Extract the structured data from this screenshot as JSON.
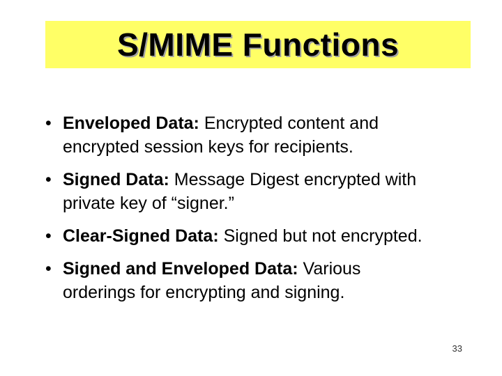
{
  "slide": {
    "title": "S/MIME Functions",
    "bullet_char": "•",
    "page_number": "33",
    "colors": {
      "background": "#FFFFFF",
      "banner_bg": "#FFFF66",
      "title_text": "#000000",
      "title_shadow": "#A3A3A3",
      "body_text": "#000000"
    },
    "bullets": [
      {
        "label": "Enveloped Data:",
        "line1": "Encrypted content and",
        "line2": "encrypted session keys for recipients."
      },
      {
        "label": "Signed Data:",
        "line1": "Message Digest encrypted with",
        "line2": "private key of “signer.”"
      },
      {
        "label": "Clear-Signed Data:",
        "line1": "Signed but not encrypted.",
        "line2": ""
      },
      {
        "label": "Signed and Enveloped Data:",
        "line1": "Various",
        "line2": "orderings for encrypting and signing."
      }
    ]
  }
}
